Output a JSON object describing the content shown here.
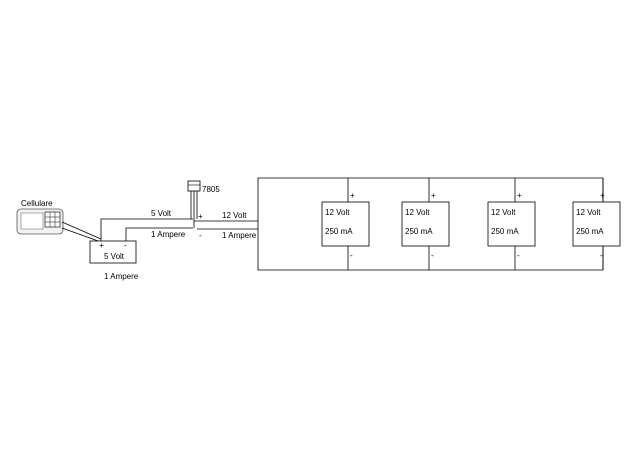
{
  "phone": {
    "label": "Cellulare"
  },
  "power_source": {
    "plus": "+",
    "minus": "-",
    "voltage": "5 Volt",
    "current": "1 Ampere"
  },
  "wires": {
    "top_left": "5 Volt",
    "bottom_left": "1 Ampere",
    "top_right": "12 Volt",
    "bottom_right": "1 Ampere"
  },
  "regulator": {
    "label": "7805",
    "plus": "+",
    "minus": "-"
  },
  "loads": [
    {
      "voltage": "12 Volt",
      "current": "250 mA",
      "plus": "+",
      "minus": "-"
    },
    {
      "voltage": "12 Volt",
      "current": "250 mA",
      "plus": "+",
      "minus": "-"
    },
    {
      "voltage": "12 Volt",
      "current": "250 mA",
      "plus": "+",
      "minus": "-"
    },
    {
      "voltage": "12 Volt",
      "current": "250 mA",
      "plus": "+",
      "minus": "-"
    }
  ]
}
